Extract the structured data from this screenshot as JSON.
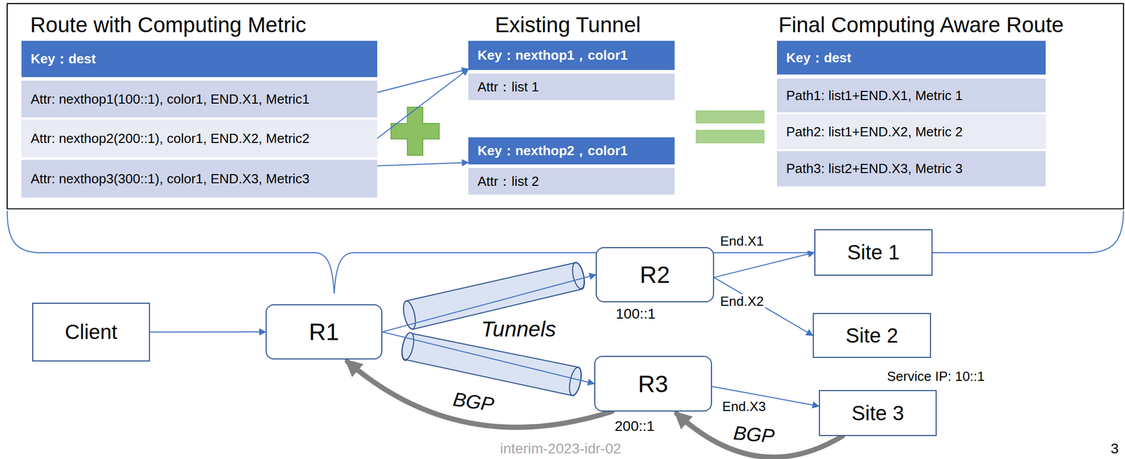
{
  "diagram": {
    "nodes": [
      {
        "text": [
          "Key：dest"
        ]
      },
      {
        "text": [
          "Attr: nexthop1(100::1), color1, END.X1, Metric1"
        ]
      },
      {
        "text": [
          "Attr: nexthop2(200::1), color1, END.X2, Metric2"
        ]
      },
      {
        "text": [
          "Attr: nexthop3(300::1), color1, END.X3, Metric3"
        ]
      },
      {
        "text": [
          "Key：nexthop1，color1"
        ]
      },
      {
        "text": [
          "Attr：list 1"
        ]
      },
      {
        "text": [
          "Key：nexthop2，color1"
        ]
      },
      {
        "text": [
          "Attr：list 2"
        ]
      },
      {
        "text": [
          "Key：dest"
        ]
      },
      {
        "text": [
          "Path1: list1+END.X1, Metric 1"
        ]
      },
      {
        "text": [
          "Path2: list1+END.X2, Metric 2"
        ]
      },
      {
        "text": [
          "Path3: list2+END.X3, Metric 3"
        ]
      },
      {
        "text": [
          "Client"
        ]
      },
      {
        "text": [
          "R1"
        ]
      },
      {
        "text": [
          "R2"
        ]
      },
      {
        "text": [
          "R3"
        ]
      },
      {
        "text": [
          "Site 1"
        ]
      },
      {
        "text": [
          "Site 2"
        ]
      },
      {
        "text": [
          "Site 3"
        ]
      }
    ],
    "edges": [
      {
        "from": 1,
        "to": 4,
        "arrow": "to"
      },
      {
        "from": 2,
        "to": 4,
        "arrow": "to"
      },
      {
        "from": 3,
        "to": 6,
        "arrow": "to"
      },
      {
        "from": 12,
        "to": 13,
        "arrow": "to"
      },
      {
        "from": 13,
        "to": 14,
        "arrow": "to"
      },
      {
        "from": 13,
        "to": 15,
        "arrow": "to"
      },
      {
        "from": 14,
        "to": 16,
        "label": "End.X1",
        "arrow": "to"
      },
      {
        "from": 14,
        "to": 17,
        "label": "End.X2",
        "arrow": "to"
      },
      {
        "from": 15,
        "to": 18,
        "label": "End.X3",
        "arrow": "to"
      },
      {
        "from": 15,
        "to": 13,
        "label": "BGP",
        "arrow": "to"
      },
      {
        "from": 18,
        "to": 15,
        "label": "BGP",
        "arrow": "to"
      }
    ],
    "labels": [
      "Route with Computing Metric",
      "Existing Tunnel",
      "Final Computing Aware Route",
      "Tunnels",
      "100::1",
      "200::1",
      "Service IP: 10::1",
      "interim-2023-idr-02",
      "3"
    ]
  }
}
